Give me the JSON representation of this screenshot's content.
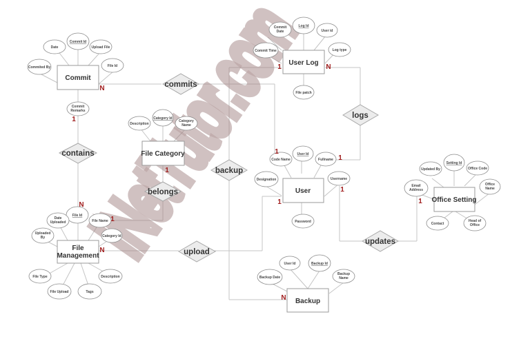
{
  "diagram": {
    "type": "ER diagram",
    "entities": [
      {
        "id": "commit",
        "label": "Commit",
        "attributes": [
          "Date",
          "Commit Id",
          "Upload File",
          "Commited By",
          "File Id",
          "Commit Remarks"
        ],
        "key": "Commit Id"
      },
      {
        "id": "file_category",
        "label": "File Category",
        "attributes": [
          "Description",
          "Category Id",
          "Category Name"
        ],
        "key": "Category Id"
      },
      {
        "id": "user_log",
        "label": "User Log",
        "attributes": [
          "Commit Date",
          "Log Id",
          "User id",
          "Commit Time",
          "Log type",
          "File patch"
        ],
        "key": "Log Id"
      },
      {
        "id": "user",
        "label": "User",
        "attributes": [
          "User Id",
          "Code Name",
          "Fullname",
          "Designation",
          "Username",
          "Password"
        ],
        "key": "User Id"
      },
      {
        "id": "office_setting",
        "label": "Office Setting",
        "attributes": [
          "Updated By",
          "Setting Id",
          "Office Code",
          "Email Address",
          "Office Name",
          "Contact",
          "Head of Office"
        ],
        "key": "Setting Id"
      },
      {
        "id": "file_management",
        "label_line1": "File",
        "label_line2": "Management",
        "attributes": [
          "File Id",
          "Date Uploaded",
          "File Name",
          "Uploaded By",
          "Category Id",
          "File Type",
          "Description",
          "File Upload",
          "Tags"
        ],
        "key": "File Id"
      },
      {
        "id": "backup",
        "label": "Backup",
        "attributes": [
          "User Id",
          "Backup Id",
          "Backup Date",
          "Backup Name"
        ],
        "key": "Backup Id"
      }
    ],
    "relationships": [
      {
        "label": "commits",
        "between": [
          "Commit",
          "User"
        ],
        "cardinality": [
          "N",
          "1"
        ]
      },
      {
        "label": "contains",
        "between": [
          "Commit",
          "File Management"
        ],
        "cardinality": [
          "1",
          "N"
        ]
      },
      {
        "label": "belongs",
        "between": [
          "File Category",
          "File Management"
        ],
        "cardinality": [
          "1",
          "1"
        ]
      },
      {
        "label": "backup",
        "between": [
          "User Log",
          "Backup"
        ],
        "cardinality": [
          "1",
          "N"
        ]
      },
      {
        "label": "logs",
        "between": [
          "User Log",
          "User"
        ],
        "cardinality": [
          "N",
          "1"
        ]
      },
      {
        "label": "upload",
        "between": [
          "File Management",
          "User"
        ],
        "cardinality": [
          "N",
          "1"
        ]
      },
      {
        "label": "updates",
        "between": [
          "User",
          "Office Setting"
        ],
        "cardinality": [
          "1",
          "1"
        ]
      }
    ],
    "watermark": "iNetTutor.com",
    "colors": {
      "cardinality": "#a01c1c",
      "watermark": "#a38484",
      "relationship_fill": "#ececec",
      "line": "#c4c4c4"
    }
  },
  "labels": {
    "commit": "Commit",
    "commit_date": "Date",
    "commit_id": "Commit Id",
    "commit_upload_file": "Upload File",
    "commit_commited_by": "Commited By",
    "commit_file_id": "File Id",
    "commit_remarks_1": "Commit",
    "commit_remarks_2": "Remarks",
    "file_category": "File Category",
    "fc_description": "Description",
    "fc_category_id": "Category Id",
    "fc_category_name_1": "Category",
    "fc_category_name_2": "Name",
    "user_log": "User Log",
    "ul_commit_date_1": "Commit",
    "ul_commit_date_2": "Date",
    "ul_log_id": "Log Id",
    "ul_user_id": "User id",
    "ul_commit_time": "Commit Time",
    "ul_log_type": "Log type",
    "ul_file_patch": "File patch",
    "user": "User",
    "u_user_id": "User Id",
    "u_code_name": "Code Name",
    "u_fullname": "Fullname",
    "u_designation": "Designation",
    "u_username": "Username",
    "u_password": "Password",
    "office_setting": "Office Setting",
    "os_updated_by": "Updated By",
    "os_setting_id": "Setting Id",
    "os_office_code": "Office Code",
    "os_email_1": "Email",
    "os_email_2": "Address",
    "os_office_name_1": "Office",
    "os_office_name_2": "Name",
    "os_contact": "Contact",
    "os_head_1": "Head of",
    "os_head_2": "Office",
    "file_mgmt_1": "File",
    "file_mgmt_2": "Management",
    "fm_file_id": "File Id",
    "fm_date_uploaded_1": "Date",
    "fm_date_uploaded_2": "Uploaded",
    "fm_file_name": "File Name",
    "fm_uploaded_by_1": "Uploaded",
    "fm_uploaded_by_2": "By",
    "fm_category_id": "Category Id",
    "fm_file_type": "File Type",
    "fm_description": "Description",
    "fm_file_upload": "File Upload",
    "fm_tags": "Tags",
    "backup": "Backup",
    "b_user_id": "User Id",
    "b_backup_id": "Backup Id",
    "b_backup_date": "Backup Date",
    "b_backup_name_1": "Backup",
    "b_backup_name_2": "Name",
    "rel_commits": "commits",
    "rel_contains": "contains",
    "rel_belongs": "belongs",
    "rel_backup": "backup",
    "rel_logs": "logs",
    "rel_upload": "upload",
    "rel_updates": "updates",
    "card_one": "1",
    "card_many": "N"
  }
}
